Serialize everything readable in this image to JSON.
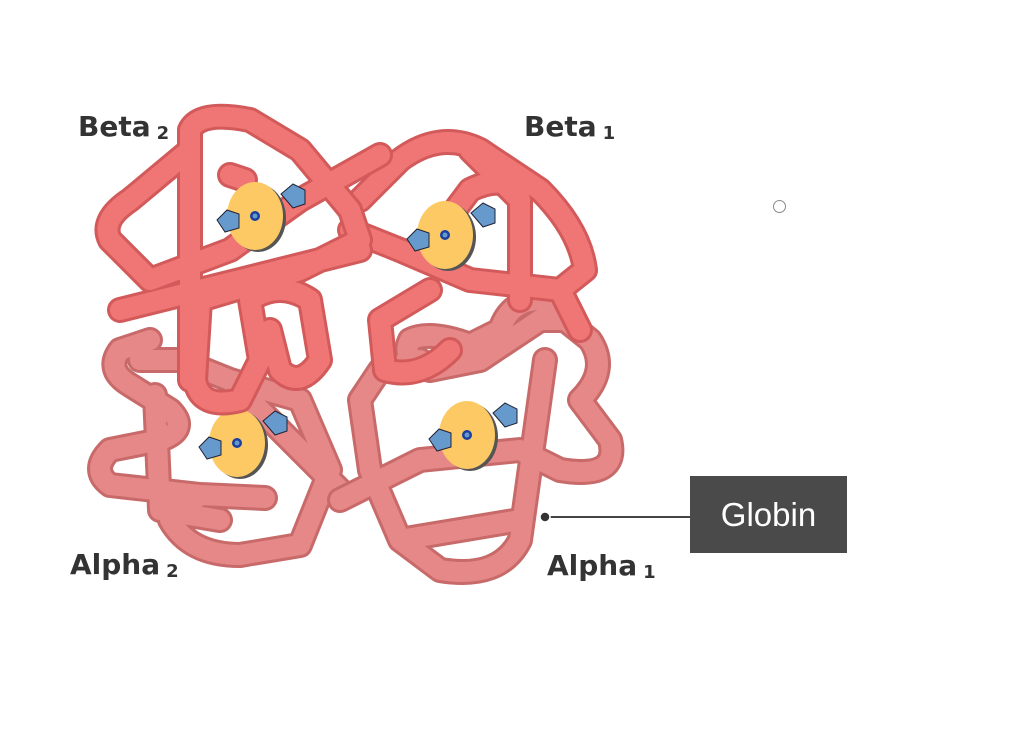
{
  "labels": {
    "beta2": {
      "name": "Beta",
      "sub": "2"
    },
    "beta1": {
      "name": "Beta",
      "sub": "1"
    },
    "alpha2": {
      "name": "Alpha",
      "sub": "2"
    },
    "alpha1": {
      "name": "Alpha",
      "sub": "1"
    }
  },
  "callout": {
    "label": "Globin"
  },
  "colors": {
    "beta": "#f07676",
    "alpha": "#e68888",
    "heme": "#fdc965",
    "hexagon": "#6699cc",
    "callout_bg": "#4a4a4a"
  }
}
